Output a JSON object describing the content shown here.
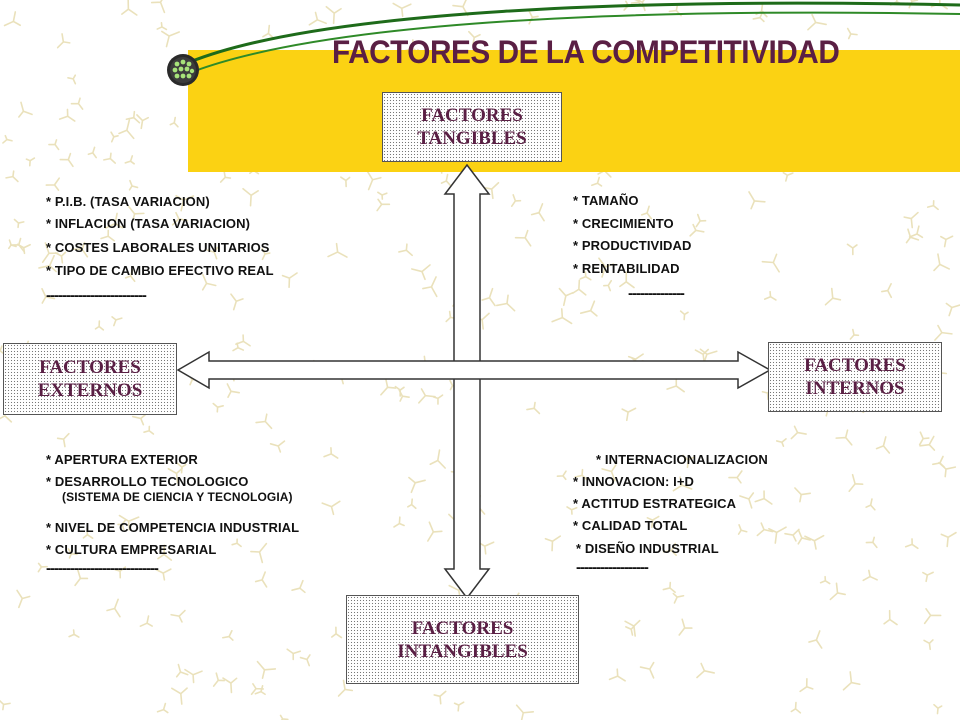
{
  "title": "FACTORES DE LA COMPETITIVIDAD",
  "colors": {
    "band": "#fbd213",
    "title": "#5a1f44",
    "swoosh": "#1e6b1a"
  },
  "boxes": {
    "top": [
      "FACTORES",
      "TANGIBLES"
    ],
    "bottom": [
      "FACTORES",
      "INTANGIBLES"
    ],
    "left": [
      "FACTORES",
      "EXTERNOS"
    ],
    "right": [
      "FACTORES",
      "INTERNOS"
    ]
  },
  "quadrants": {
    "top_left": {
      "items": [
        "* P.I.B. (TASA VARIACION)",
        "* INFLACION (TASA VARIACION)",
        "* COSTES LABORALES UNITARIOS",
        "* TIPO DE CAMBIO EFECTIVO REAL"
      ],
      "dash": "-------------------------"
    },
    "top_right": {
      "items": [
        "* TAMAÑO",
        "* CRECIMIENTO",
        "* PRODUCTIVIDAD",
        "* RENTABILIDAD"
      ],
      "dash": "--------------"
    },
    "bottom_left": {
      "items": [
        "* APERTURA EXTERIOR",
        "* DESARROLLO TECNOLOGICO",
        "(SISTEMA DE CIENCIA Y TECNOLOGIA)",
        "* NIVEL DE COMPETENCIA INDUSTRIAL",
        "* CULTURA EMPRESARIAL"
      ],
      "dash": "----------------------------"
    },
    "bottom_right": {
      "items": [
        "* INTERNACIONALIZACION",
        "* INNOVACION: I+D",
        "* ACTITUD ESTRATEGICA",
        "* CALIDAD TOTAL",
        "* DISEÑO INDUSTRIAL"
      ],
      "dash": "------------------"
    }
  }
}
